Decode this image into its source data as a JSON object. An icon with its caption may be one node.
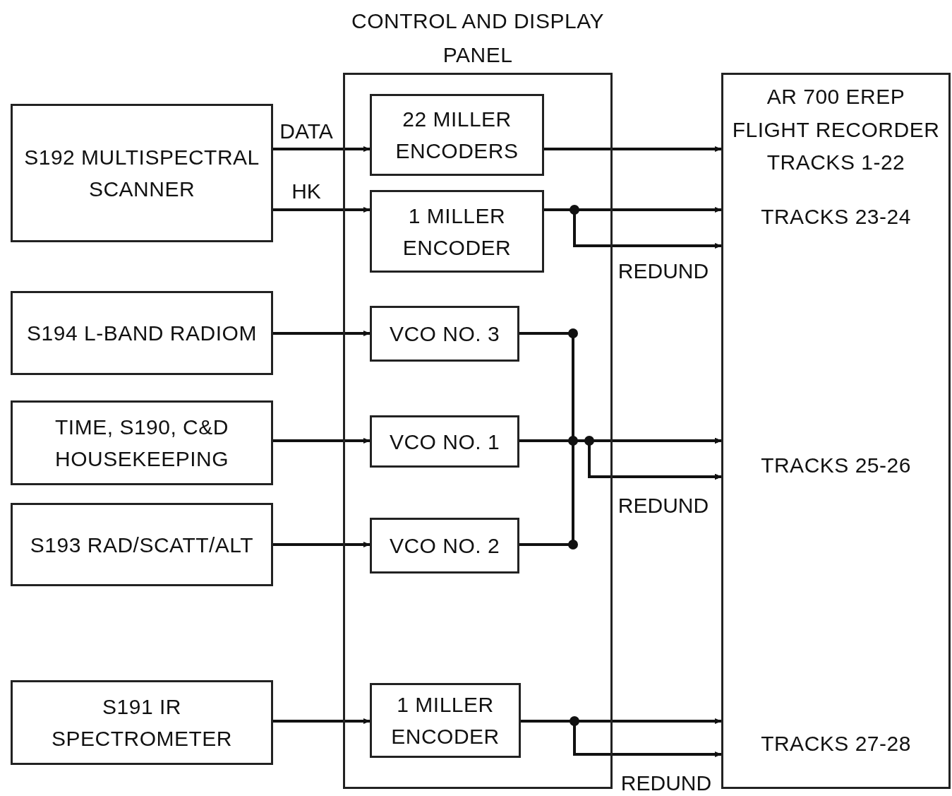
{
  "diagram": {
    "nodes": [
      {
        "text": [
          "S192 MULTISPECTRAL SCANNER"
        ]
      },
      {
        "text": [
          "CONTROL AND DISPLAY PANEL"
        ]
      },
      {
        "text": [
          "22 MILLER ENCODERS"
        ],
        "in": 1
      },
      {
        "text": [
          "1 MILLER ENCODER"
        ],
        "in": 1
      },
      {
        "text": [
          "AR 700 EREP FLIGHT RECORDER TRACKS 1-22",
          "TRACKS 23-24",
          "TRACKS 25-26",
          "TRACKS 27-28"
        ]
      },
      {
        "text": [
          "S194 L-BAND RADIOM"
        ]
      },
      {
        "text": [
          "VCO NO. 3"
        ],
        "in": 1
      },
      {
        "text": [
          "TIME, S190, C&D HOUSEKEEPING"
        ]
      },
      {
        "text": [
          "VCO NO. 1"
        ],
        "in": 1
      },
      {
        "text": [
          "S193 RAD/SCATT/ALT"
        ]
      },
      {
        "text": [
          "VCO NO. 2"
        ],
        "in": 1
      },
      {
        "text": [
          "S191 IR SPECTROMETER"
        ]
      },
      {
        "text": [
          "1 MILLER ENCODER"
        ],
        "in": 1
      }
    ],
    "edges": [
      {
        "from": 0,
        "to": 2,
        "arrow": "to",
        "label": "DATA"
      },
      {
        "from": 0,
        "to": 3,
        "arrow": "to",
        "label": "HK"
      },
      {
        "from": 2,
        "to": 4,
        "arrow": "to"
      },
      {
        "from": 3,
        "to": 4,
        "arrow": "to"
      },
      {
        "from": 3,
        "to": 4,
        "arrow": "to",
        "label": "REDUND"
      },
      {
        "from": 5,
        "to": 6,
        "arrow": "to"
      },
      {
        "from": 7,
        "to": 8,
        "arrow": "to"
      },
      {
        "from": 9,
        "to": 10,
        "arrow": "to"
      },
      {
        "from": 6,
        "to": 4,
        "arrow": "to"
      },
      {
        "from": 8,
        "to": 4,
        "arrow": "to"
      },
      {
        "from": 10,
        "to": 4,
        "arrow": "to"
      },
      {
        "from": 6,
        "to": 4,
        "arrow": "to"
      },
      {
        "from": 8,
        "to": 4,
        "arrow": "to",
        "label": "REDUND"
      },
      {
        "from": 10,
        "to": 4,
        "arrow": "to"
      },
      {
        "from": 11,
        "to": 12,
        "arrow": "to"
      },
      {
        "from": 12,
        "to": 4,
        "arrow": "to"
      },
      {
        "from": 12,
        "to": 4,
        "arrow": "to",
        "label": "REDUND"
      }
    ]
  }
}
